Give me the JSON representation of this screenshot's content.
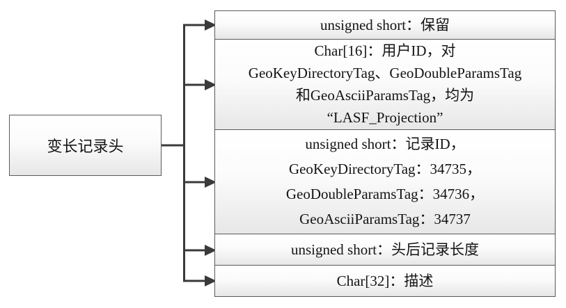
{
  "diagram": {
    "root": {
      "label": "变长记录头"
    },
    "fields": [
      {
        "id": "reserved",
        "text": "unsigned short：保留"
      },
      {
        "id": "user-id",
        "text": "Char[16]：用户ID，对\nGeoKeyDirectoryTag、GeoDoubleParamsTag\n和GeoAsciiParamsTag，均为\n“LASF_Projection”"
      },
      {
        "id": "record-id",
        "text": "unsigned short：记录ID，\nGeoKeyDirectoryTag：34735，\nGeoDoubleParamsTag：34736，\nGeoAsciiParamsTag：34737"
      },
      {
        "id": "record-length",
        "text": "unsigned short：头后记录长度"
      },
      {
        "id": "description",
        "text": "Char[32]：描述"
      }
    ]
  },
  "colors": {
    "line": "#3a3a3a",
    "border": "#595959",
    "fill_bottom": "#e7e7e7"
  }
}
